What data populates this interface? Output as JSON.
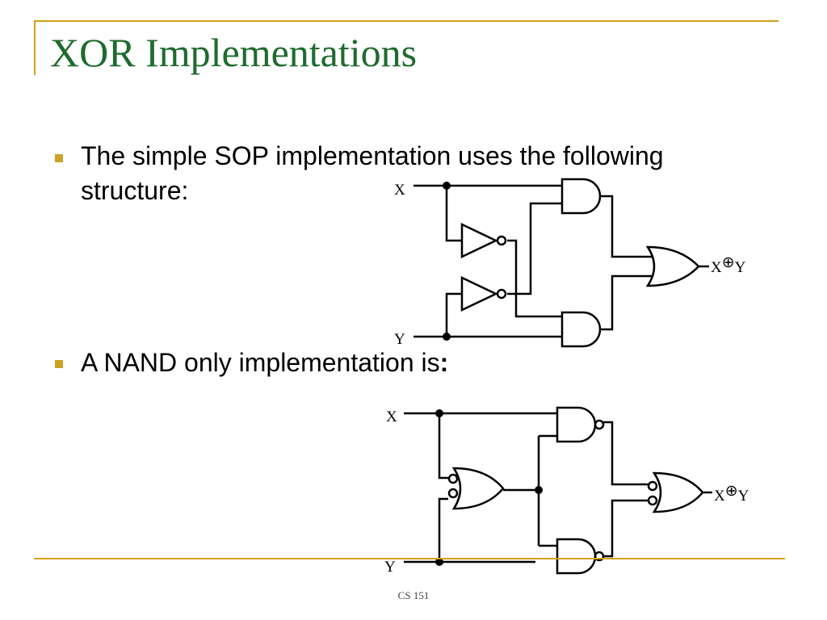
{
  "slide": {
    "title": "XOR Implementations",
    "bullets": [
      {
        "text": "The simple SOP implementation uses the following structure:"
      },
      {
        "text_main": "A NAND only implementation is",
        "text_bold": ":"
      }
    ],
    "footer": "CS 151"
  },
  "diagrams": {
    "sop": {
      "input_x": "X",
      "input_y": "Y",
      "output_prefix": "X",
      "output_op": "⊕",
      "output_suffix": "Y"
    },
    "nand": {
      "input_x": "X",
      "input_y": "Y",
      "output_prefix": "X",
      "output_op": "⊕",
      "output_suffix": "Y"
    }
  },
  "colors": {
    "title": "#1E6B2E",
    "accent": "#D4A017",
    "bullet": "#C9A227"
  }
}
